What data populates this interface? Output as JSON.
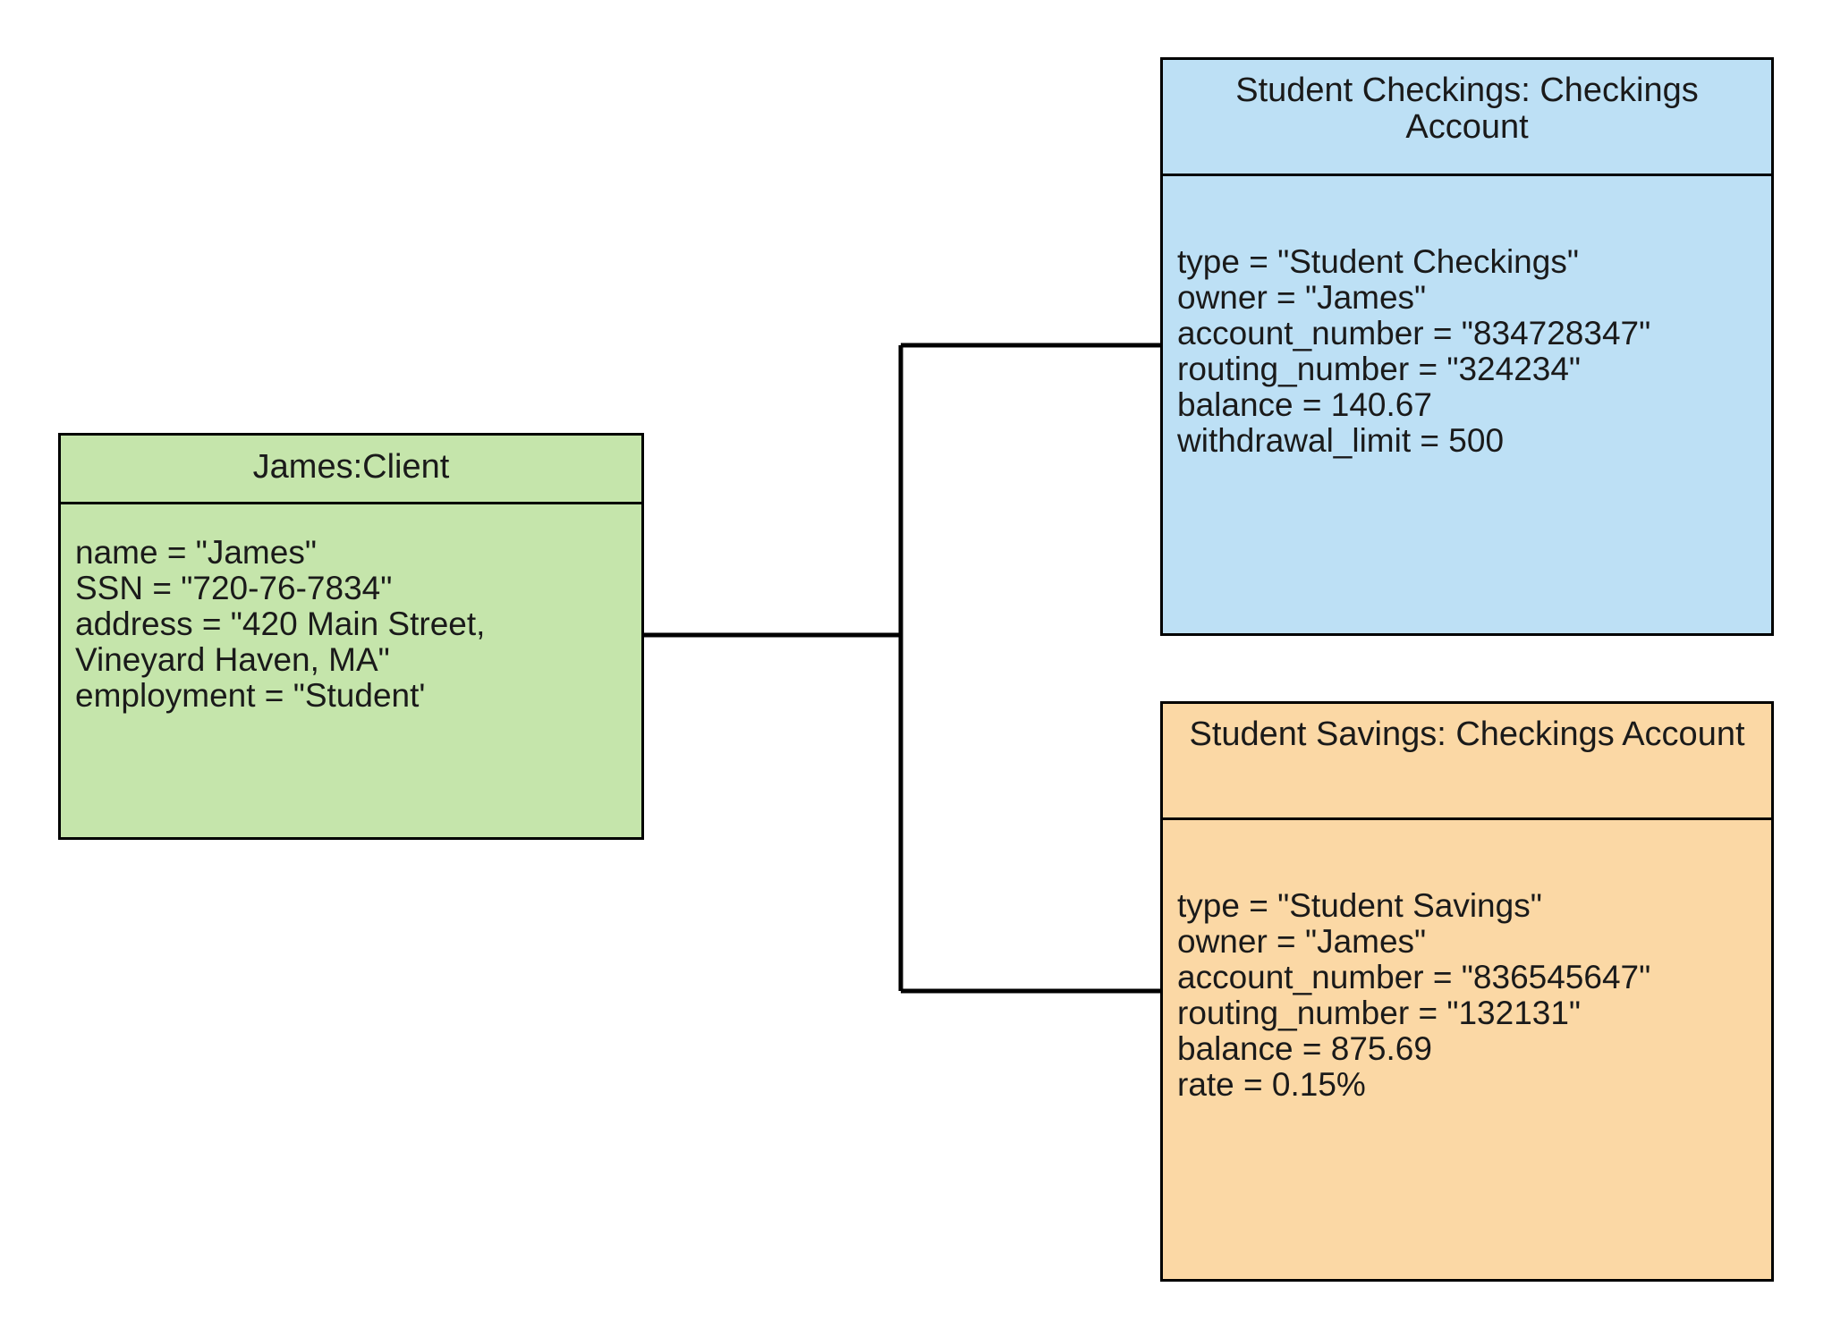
{
  "diagram": {
    "type": "uml-object-diagram",
    "background_color": "#ffffff",
    "line_color": "#000000",
    "objects": [
      {
        "id": "client",
        "name": "client-object",
        "header": "James:Client",
        "fill_color": "#c5e5ab",
        "attributes": [
          "name = \"James\"",
          "SSN = \"720-76-7834\"",
          "address = \"420 Main Street,",
          "Vineyard Haven, MA\"",
          "employment = \"Student'"
        ]
      },
      {
        "id": "checkings",
        "name": "student-checkings-object",
        "header": "Student Checkings: Checkings Account",
        "fill_color": "#bde0f5",
        "attributes": [
          "type = \"Student Checkings\"",
          "owner = \"James\"",
          "account_number = \"834728347\"",
          "routing_number = \"324234\"",
          "balance = 140.67",
          "withdrawal_limit = 500"
        ]
      },
      {
        "id": "savings",
        "name": "student-savings-object",
        "header": "Student Savings: Checkings Account",
        "fill_color": "#fbd8a5",
        "attributes": [
          "type = \"Student Savings\"",
          "owner = \"James\"",
          "account_number = \"836545647\"",
          "routing_number = \"132131\"",
          "balance = 875.69",
          "rate = 0.15%"
        ]
      }
    ],
    "connections": [
      {
        "name": "client-to-checkings-link",
        "from": "client",
        "to": "checkings"
      },
      {
        "name": "client-to-savings-link",
        "from": "client",
        "to": "savings"
      }
    ]
  }
}
